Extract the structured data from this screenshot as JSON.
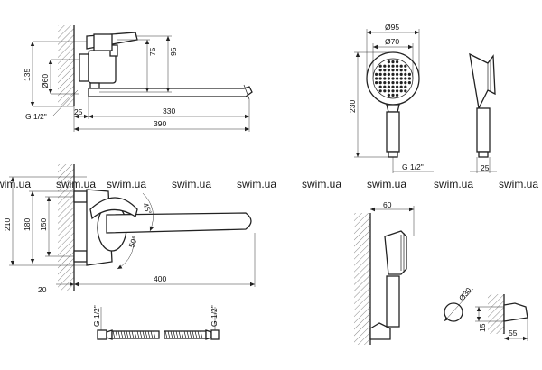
{
  "watermark": "swim.ua",
  "dims": {
    "d135": "135",
    "d60": "Ø60",
    "d95": "95",
    "d75": "75",
    "g12": "G 1/2\"",
    "d25": "25",
    "d330": "330",
    "d390": "390",
    "d95dia": "Ø95",
    "d70dia": "Ø70",
    "d230": "230",
    "g12b": "G 1/2\"",
    "d25b": "25",
    "d210": "210",
    "d180": "180",
    "d150": "150",
    "a45": "45°",
    "a50": "50°",
    "d20": "20",
    "d400": "400",
    "g12c": "G 1/2\"",
    "g12d": "G 1/2\"",
    "d60b": "60",
    "d30dia": "Ø30",
    "d15": "15",
    "d55": "55"
  }
}
